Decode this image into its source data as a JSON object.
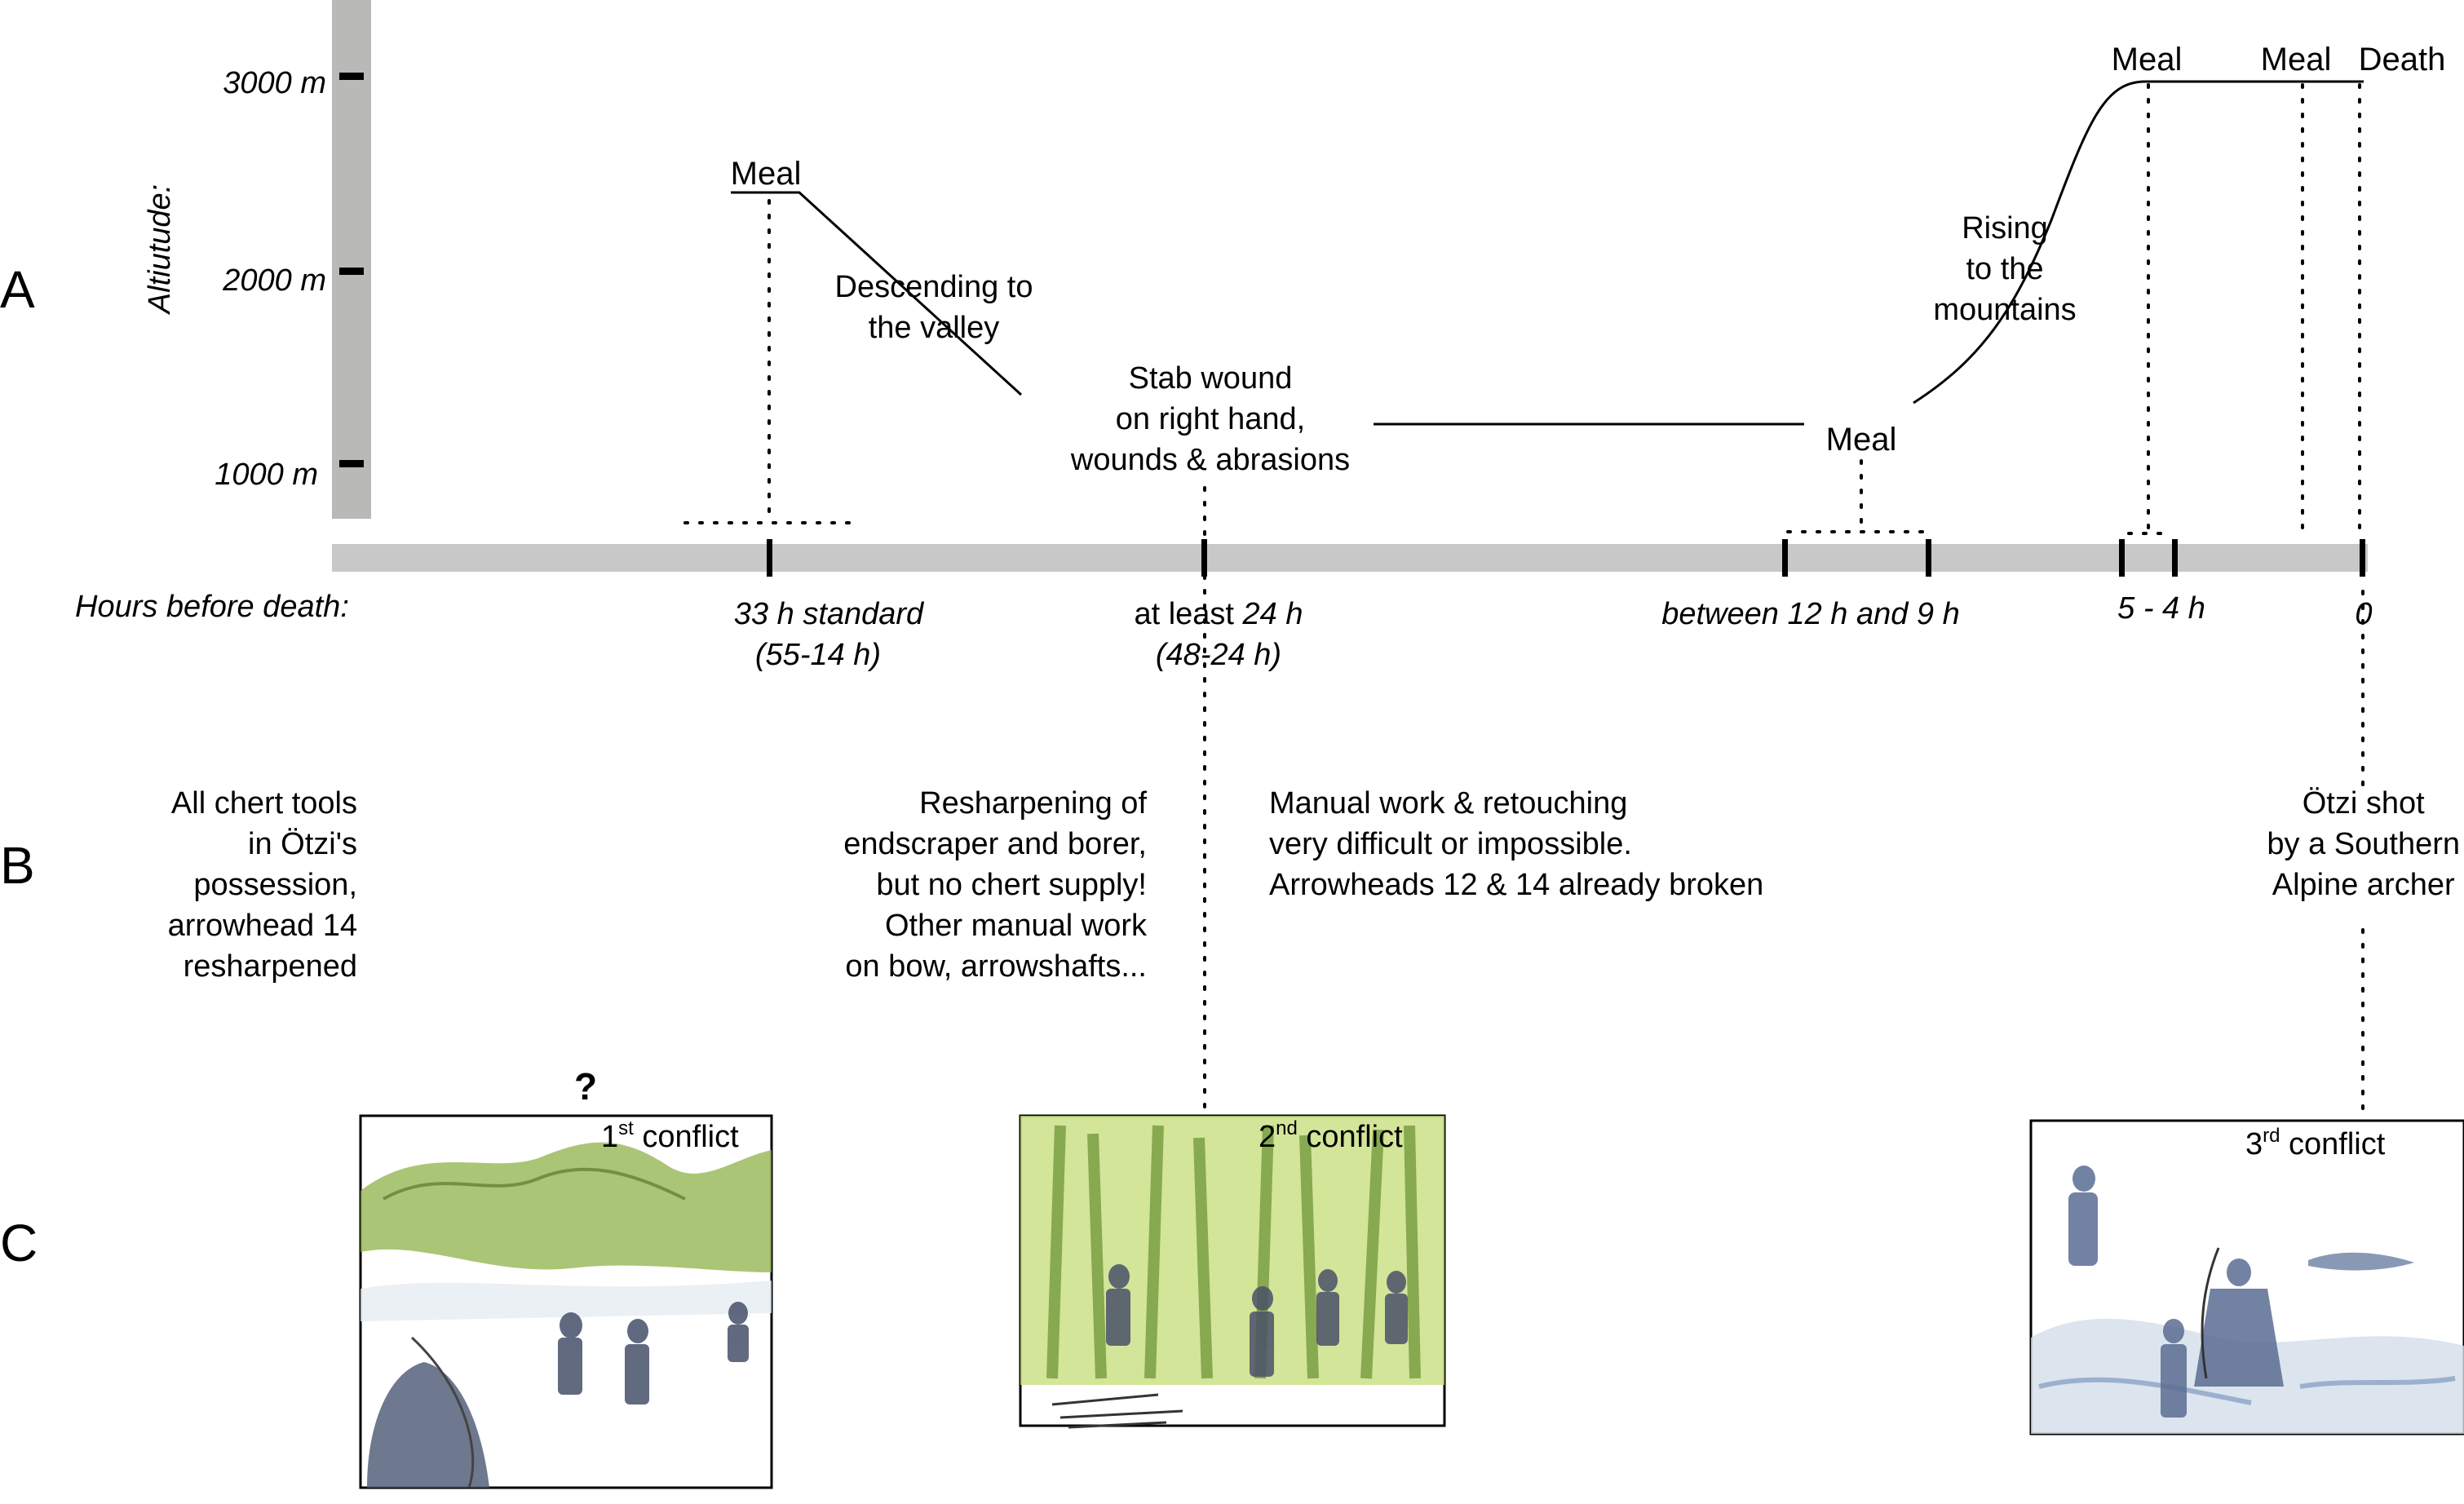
{
  "sections": {
    "a": "A",
    "b": "B",
    "c": "C"
  },
  "altitude": {
    "axis_label": "Altiutude:",
    "ticks": [
      "3000 m",
      "2000 m",
      "1000 m"
    ]
  },
  "timeline": {
    "label": "Hours before death:",
    "ticks": [
      {
        "line1_a": "",
        "line1_b": "33 h standard",
        "line2": "(55-14 h)"
      },
      {
        "line1_a": "at least ",
        "line1_b": "24 h",
        "line2": "(48-24 h)"
      },
      {
        "line1_a": "",
        "line1_b": "between 12 h  and 9 h",
        "line2": ""
      },
      {
        "line1_a": "",
        "line1_b": "5 - 4 h",
        "line2": ""
      },
      {
        "line1_a": "",
        "line1_b": "0",
        "line2": ""
      }
    ]
  },
  "route_labels": {
    "meal_1": "Meal",
    "descending": [
      "Descending to",
      "the valley"
    ],
    "stab": [
      "Stab wound",
      "on right hand,",
      "wounds & abrasions"
    ],
    "meal_2": "Meal",
    "rising": [
      "Rising",
      "to the",
      "mountains"
    ],
    "meal_3": "Meal",
    "meal_4": "Meal",
    "death": "Death"
  },
  "section_b": {
    "col1": [
      "All chert tools",
      "in Ötzi's",
      "possession,",
      "arrowhead 14",
      "resharpened"
    ],
    "col2": [
      "Resharpening of",
      "endscraper and borer,",
      "but no chert supply!",
      "Other manual work",
      "on bow, arrowshafts..."
    ],
    "col3": [
      "Manual work & retouching",
      "very difficult or impossible.",
      "Arrowheads 12 & 14 already broken"
    ],
    "col4": [
      "Ötzi shot",
      "by a Southern",
      "Alpine archer"
    ]
  },
  "section_c": {
    "question_mark": "?",
    "conflicts": [
      {
        "num": "1",
        "sup": "st",
        "word": " conflict"
      },
      {
        "num": "2",
        "sup": "nd",
        "word": " conflict"
      },
      {
        "num": "3",
        "sup": "rd",
        "word": " conflict"
      }
    ]
  },
  "colors": {
    "axis_gray": "#c8c8c8",
    "altitude_bar_gray": "#b9b9b8",
    "sketch_green": "#8fb24a",
    "sketch_green_light": "#c8df7e",
    "sketch_blue": "#7f9ac2",
    "ink": "#000000"
  }
}
